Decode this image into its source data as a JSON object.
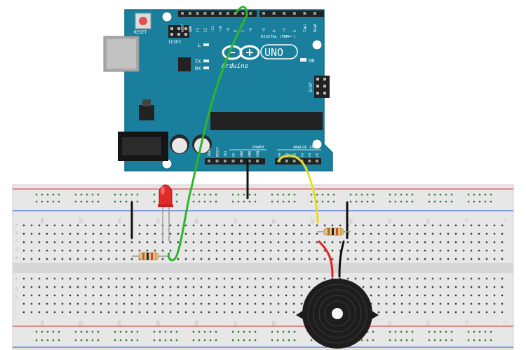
{
  "board": {
    "reset_label": "RESET",
    "icsp2_label": "ICSP2",
    "icsp_label": "ICSP",
    "l_label": "L",
    "tx_label": "TX",
    "rx_label": "RX",
    "on_label": "ON",
    "brand_label": "Arduino",
    "model_label": "UNO",
    "digital_label": "DIGITAL (PWM=~)",
    "power_label": "POWER",
    "analog_label": "ANALOG IN",
    "digital_pins": [
      "AREF",
      "GND",
      "13",
      "12",
      "~11",
      "~10",
      "~9",
      "8",
      "7",
      "~6",
      "~5",
      "4",
      "~3",
      "2",
      "TX▶1",
      "RX◀0"
    ],
    "power_pins": [
      "IOREF",
      "RESET",
      "3V3",
      "5V",
      "GND",
      "GND",
      "VIN"
    ],
    "analog_pins": [
      "A0",
      "A1",
      "A2",
      "A3",
      "A4",
      "A5"
    ],
    "colors": {
      "pcb": "#1a7f9c",
      "pcb_edge": "#0f6b86",
      "header": "#222222"
    }
  },
  "breadboard": {
    "row_letters_top": [
      "a",
      "b",
      "c",
      "d",
      "e"
    ],
    "row_letters_bottom": [
      "f",
      "g",
      "h",
      "i",
      "j"
    ],
    "column_numbers": [
      "60",
      "55",
      "50",
      "45",
      "40",
      "35",
      "30",
      "25",
      "20",
      "15",
      "10",
      "5",
      "1"
    ],
    "colors": {
      "body": "#e9e9e9",
      "rail_red": "#d9534f",
      "rail_blue": "#4a6fd1",
      "hole": "#333333"
    }
  },
  "components": [
    {
      "name": "led",
      "color": "#e02b2b"
    },
    {
      "name": "resistor-led"
    },
    {
      "name": "resistor-sensor"
    },
    {
      "name": "piezo-buzzer"
    }
  ],
  "wires": [
    {
      "name": "green-wire",
      "color": "#2db52d"
    },
    {
      "name": "yellow-wire",
      "color": "#f2e530"
    },
    {
      "name": "red-wire",
      "color": "#e02020"
    },
    {
      "name": "black-wire",
      "color": "#111111"
    }
  ]
}
